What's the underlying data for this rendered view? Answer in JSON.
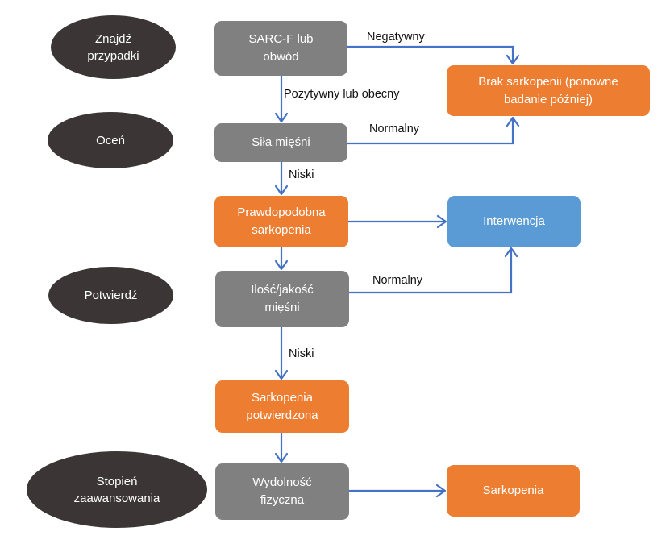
{
  "stages": [
    {
      "id": "find",
      "line1": "Znajdź",
      "line2": "przypadki"
    },
    {
      "id": "assess",
      "line1": "Oceń",
      "line2": ""
    },
    {
      "id": "confirm",
      "line1": "Potwierdź",
      "line2": ""
    },
    {
      "id": "severity",
      "line1": "Stopień",
      "line2": "zaawansowania"
    }
  ],
  "nodes": {
    "sarcf": {
      "line1": "SARC-F lub",
      "line2": "obwód",
      "color": "#808080"
    },
    "strength": {
      "line1": "Siła mięśni",
      "line2": "",
      "color": "#808080"
    },
    "probable": {
      "line1": "Prawdopodobna",
      "line2": "sarkopenia",
      "color": "#ed7d31"
    },
    "quantity": {
      "line1": "Ilość/jakość",
      "line2": "mięśni",
      "color": "#808080"
    },
    "confirmed": {
      "line1": "Sarkopenia",
      "line2": "potwierdzona",
      "color": "#ed7d31"
    },
    "performance": {
      "line1": "Wydolność",
      "line2": "fizyczna",
      "color": "#808080"
    },
    "no_sarcopenia": {
      "line1": "Brak sarkopenii (ponowne",
      "line2": "badanie później)",
      "color": "#ed7d31"
    },
    "intervention": {
      "line1": "Interwencja",
      "line2": "",
      "color": "#5b9bd5"
    },
    "sarcopenia": {
      "line1": "Sarkopenia",
      "line2": "",
      "color": "#ed7d31"
    }
  },
  "edge_labels": {
    "negative": "Negatywny",
    "positive": "Pozytywny lub obecny",
    "normal1": "Normalny",
    "low1": "Niski",
    "normal2": "Normalny",
    "low2": "Niski"
  },
  "edges": [
    {
      "from": "sarcf",
      "to": "no_sarcopenia",
      "label": "Negatywny"
    },
    {
      "from": "sarcf",
      "to": "strength",
      "label": "Pozytywny lub obecny"
    },
    {
      "from": "strength",
      "to": "no_sarcopenia",
      "label": "Normalny"
    },
    {
      "from": "strength",
      "to": "probable",
      "label": "Niski"
    },
    {
      "from": "probable",
      "to": "intervention",
      "label": ""
    },
    {
      "from": "probable",
      "to": "quantity",
      "label": ""
    },
    {
      "from": "quantity",
      "to": "intervention",
      "label": "Normalny"
    },
    {
      "from": "quantity",
      "to": "confirmed",
      "label": "Niski"
    },
    {
      "from": "confirmed",
      "to": "performance",
      "label": ""
    },
    {
      "from": "performance",
      "to": "sarcopenia",
      "label": ""
    }
  ],
  "colors": {
    "stage": "#3b3635",
    "arrow": "#4472c4"
  }
}
